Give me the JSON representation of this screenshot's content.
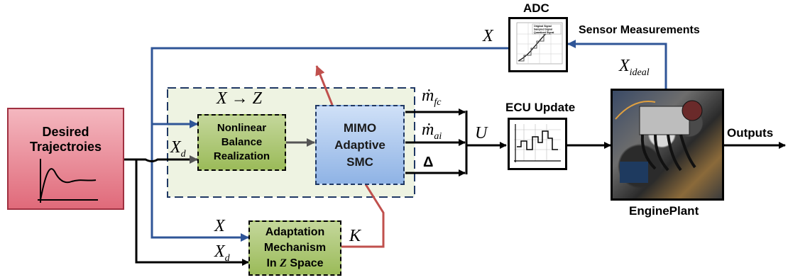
{
  "blocks": {
    "desired": {
      "line1": "Desired",
      "line2": "Trajectroies"
    },
    "nonlinear": {
      "line1": "Nonlinear",
      "line2": "Balance",
      "line3": "Realization"
    },
    "mimo": {
      "line1": "MIMO",
      "line2": "Adaptive",
      "line3": "SMC"
    },
    "adaptation": {
      "line1": "Adaptation",
      "line2": "Mechanism",
      "line3_prefix": "In ",
      "line3_var": "Z",
      "line3_suffix": " Space"
    },
    "adc": {
      "title": "ADC",
      "legend": [
        "Original Signal",
        "Sampled Signal",
        "Quantized Signal"
      ]
    },
    "ecu": {
      "title": "ECU Update"
    },
    "engine": {
      "title": "EnginePlant"
    }
  },
  "labels": {
    "sensor": "Sensor Measurements",
    "outputs": "Outputs",
    "x_feedback": "X",
    "x_ideal_main": "X",
    "x_ideal_sub": "ideal",
    "x_to_z": "X → Z",
    "xd_main": "X",
    "xd_sub": "d",
    "x_adapt": "X",
    "xd2_main": "X",
    "xd2_sub": "d",
    "k": "K",
    "mfc_main": "ṁ",
    "mfc_sub": "fc",
    "mai_main": "ṁ",
    "mai_sub": "ai",
    "delta": "Δ",
    "u": "U"
  },
  "colors": {
    "feedback_blue": "#2f5597",
    "adapt_red": "#c0504d",
    "desired_pink": "#e06a7a",
    "block_green": "#9bbb59",
    "region_fill": "#eef3e2",
    "region_border": "#1f3864",
    "mimo_blue": "#a9c6ef"
  }
}
